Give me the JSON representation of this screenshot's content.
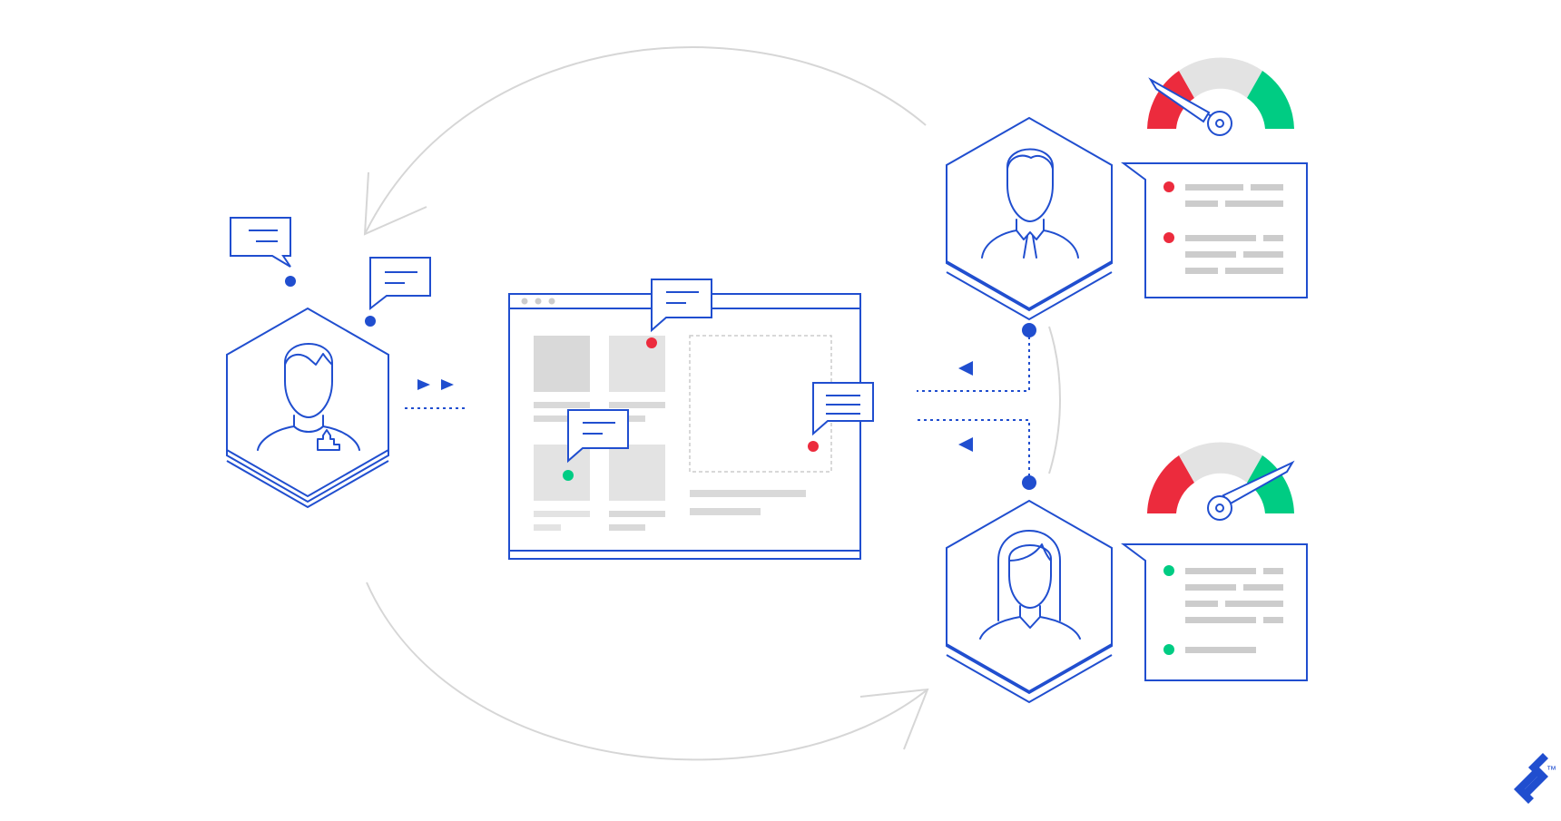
{
  "colors": {
    "primary_blue": "#204ecf",
    "red": "#ec2b3d",
    "green": "#00cc83",
    "gray_bar": "#cccccc",
    "gray_fill": "#e3e3e3",
    "gray_arc": "#d6d6d6",
    "white": "#ffffff"
  },
  "actors": {
    "designer": {
      "icon": "man-designer-icon",
      "role": "designer"
    },
    "reviewer_man": {
      "icon": "man-tie-icon",
      "role": "reviewer",
      "rating_gauge": "low"
    },
    "reviewer_woman": {
      "icon": "woman-icon",
      "role": "reviewer",
      "rating_gauge": "high"
    }
  },
  "feedback_cards": [
    {
      "status_colors": [
        "red",
        "red"
      ]
    },
    {
      "status_colors": [
        "green",
        "green"
      ]
    }
  ],
  "gauges": [
    {
      "reading": "low"
    },
    {
      "reading": "high"
    }
  ],
  "brand": {
    "logo": "toptal-logo-icon",
    "trademark": "™"
  }
}
